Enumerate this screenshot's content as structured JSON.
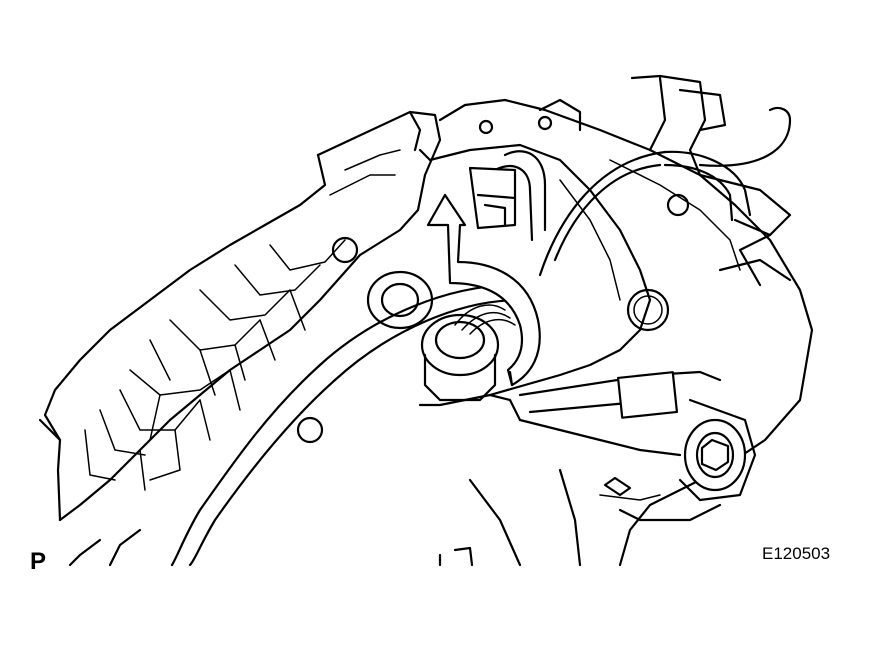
{
  "figure": {
    "view_label": "P",
    "figure_code": "E120503",
    "arrow_direction": "up",
    "icons": [
      "curved-arrow-icon"
    ]
  }
}
